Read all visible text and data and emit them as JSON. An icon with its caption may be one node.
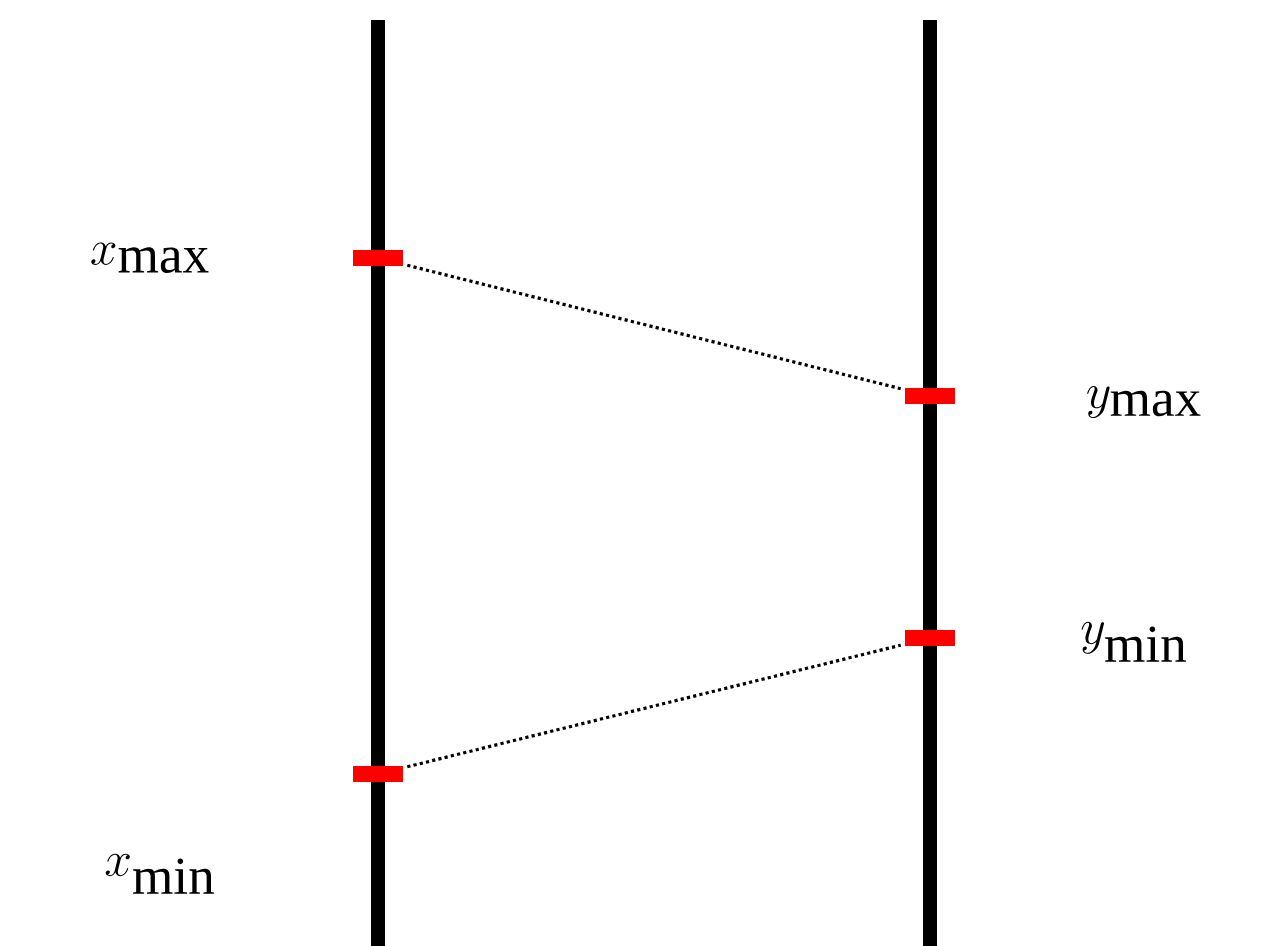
{
  "diagram": {
    "nodes": [
      {
        "text": [],
        "shape": "bar"
      },
      {
        "text": [],
        "shape": "bar"
      },
      {
        "text": [],
        "shape": "bar"
      },
      {
        "text": [],
        "shape": "bar"
      }
    ],
    "labels": [
      "x_{\\max}",
      "y_{\\max}",
      "y_{\\min}",
      "x_{\\min}"
    ],
    "edges": [
      {
        "from": 0,
        "to": 1,
        "arrow": "none",
        "style": "dashed"
      },
      {
        "from": 3,
        "to": 2,
        "arrow": "none",
        "style": "dashed"
      }
    ]
  }
}
